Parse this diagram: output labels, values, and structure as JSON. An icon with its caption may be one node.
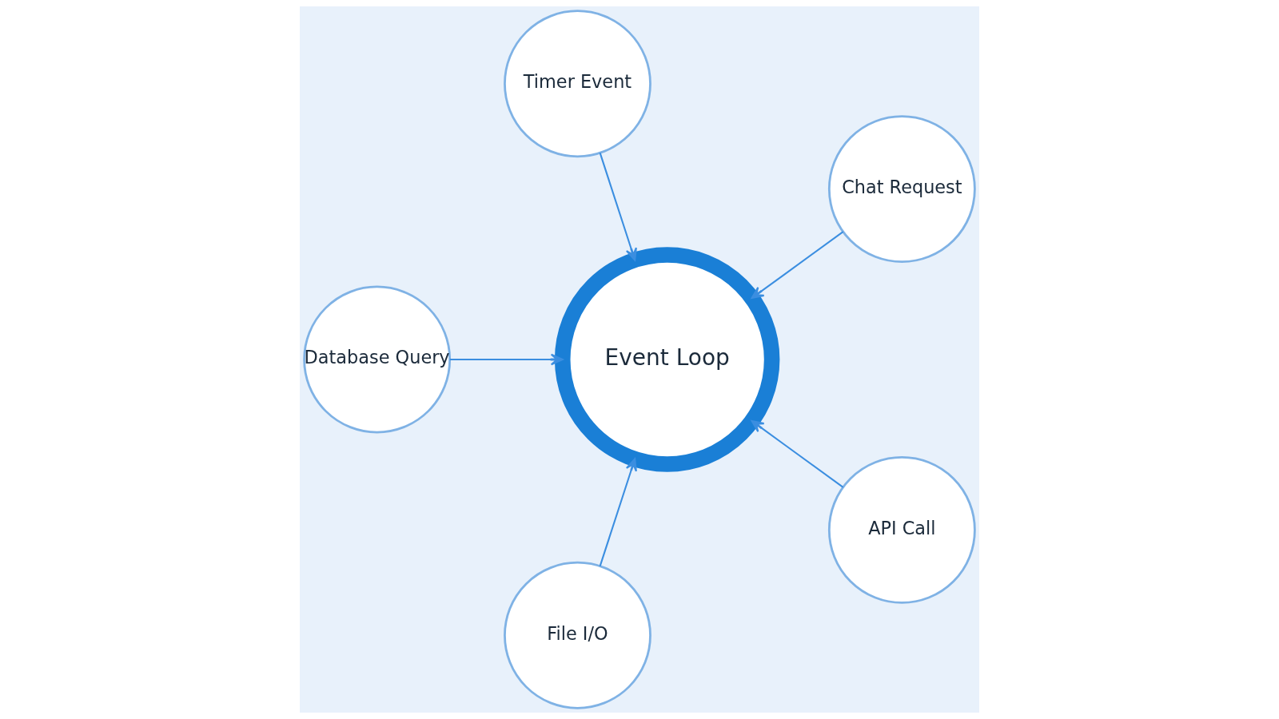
{
  "diagram": {
    "nodes": [
      {
        "text": [
          "Chat Request"
        ]
      },
      {
        "text": [
          "Timer Event"
        ]
      },
      {
        "text": [
          "Database Query"
        ]
      },
      {
        "text": [
          "Event Loop"
        ]
      },
      {
        "text": [
          "File I/O"
        ]
      },
      {
        "text": [
          "API Call"
        ]
      }
    ],
    "edges": [
      {
        "from": 0,
        "to": 3,
        "arrow": "to"
      },
      {
        "from": 1,
        "to": 3,
        "arrow": "to"
      },
      {
        "from": 2,
        "to": 3,
        "arrow": "to"
      },
      {
        "from": 4,
        "to": 3,
        "arrow": "to"
      },
      {
        "from": 5,
        "to": 3,
        "arrow": "to"
      }
    ]
  }
}
